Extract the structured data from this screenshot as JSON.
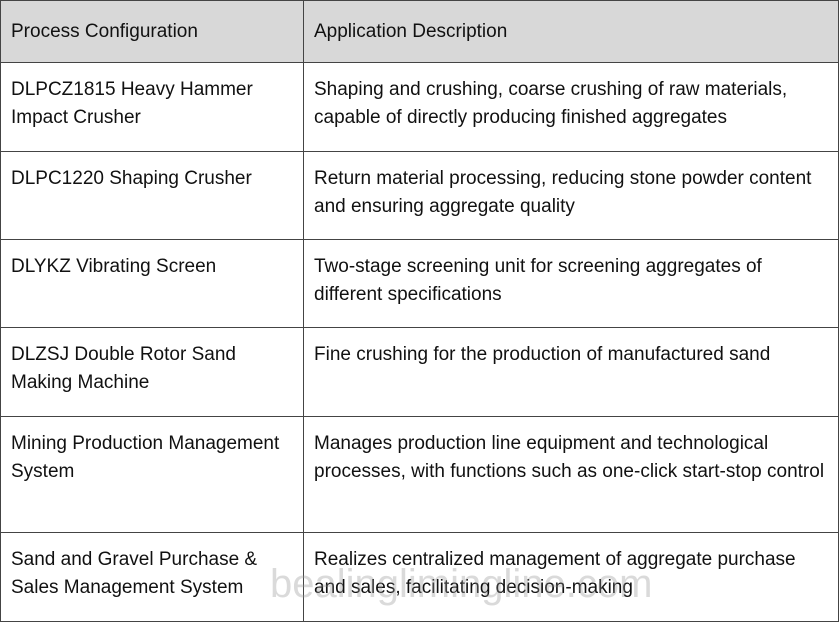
{
  "table": {
    "headers": [
      "Process Configuration",
      "Application Description"
    ],
    "rows": [
      {
        "config": "DLPCZ1815 Heavy Hammer Impact Crusher",
        "description": "Shaping and crushing, coarse crushing of raw materials, capable of directly producing finished aggregates"
      },
      {
        "config": "DLPC1220 Shaping Crusher",
        "description": "Return material processing, reducing stone powder content and ensuring aggregate quality"
      },
      {
        "config": "DLYKZ Vibrating Screen",
        "description": "Two-stage screening unit for screening aggregates of different specifications"
      },
      {
        "config": "DLZSJ Double Rotor Sand Making Machine",
        "description": "Fine crushing for the production of manufactured sand"
      },
      {
        "config": "Mining Production Management System",
        "description": "Manages production line equipment and technological processes, with functions such as one-click start-stop control"
      },
      {
        "config": "Sand and Gravel Purchase & Sales Management System",
        "description": "Realizes centralized management of aggregate purchase and sales, facilitating decision-making"
      }
    ]
  },
  "watermark": "bealinglimingline.com"
}
